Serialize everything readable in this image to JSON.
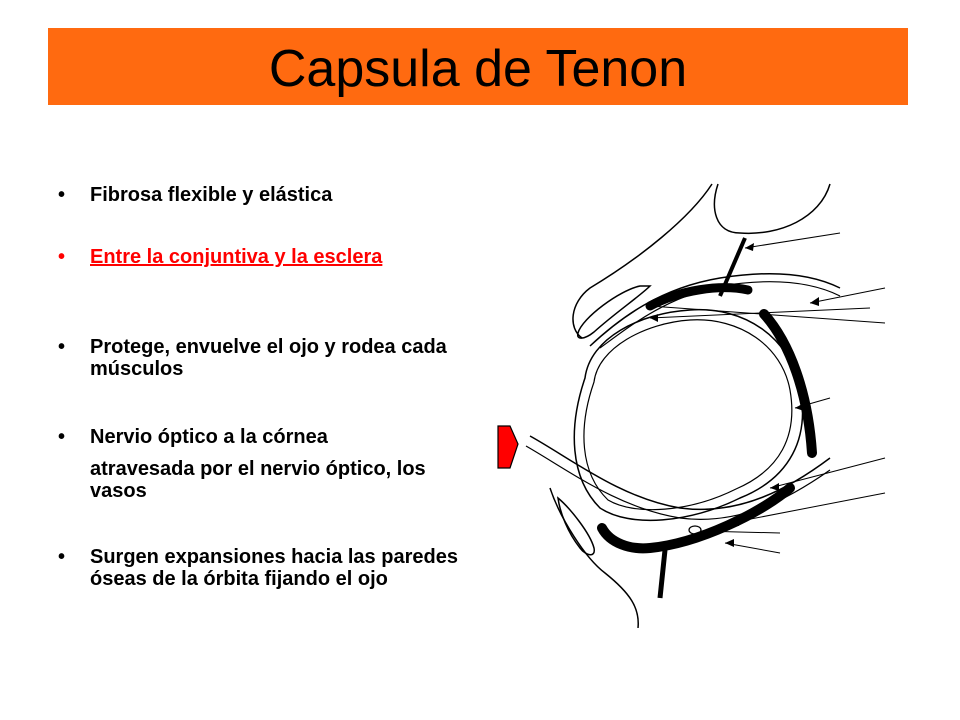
{
  "slide": {
    "title": "Capsula de Tenon",
    "title_bar_color": "#FF6A10"
  },
  "bullets": {
    "item1": "Fibrosa flexible y elástica",
    "item2": "Entre la conjuntiva y la esclera",
    "item2_color": "#FF0000",
    "item3": "Protege, envuelve el ojo y rodea cada músculos",
    "item4": "Nervio óptico a la córnea",
    "item4_continuation": "atravesada por el nervio óptico, los vasos",
    "item5": "Surgen expansiones hacia las paredes óseas de la órbita fijando el ojo",
    "bullet_glyph": "•"
  },
  "diagram": {
    "pointer_color": "#FF0000",
    "pointer_icon": "red-arrow-icon"
  }
}
